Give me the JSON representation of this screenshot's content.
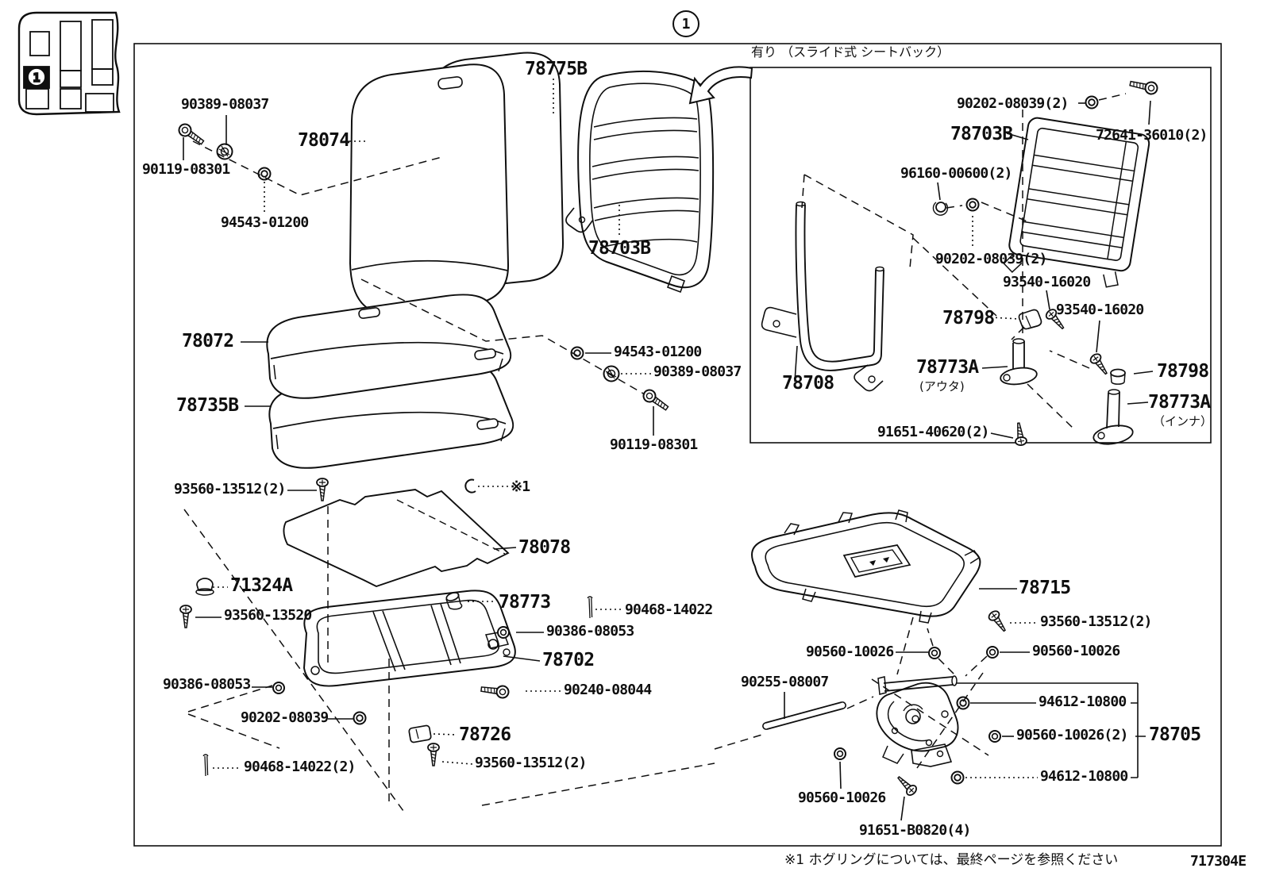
{
  "page": {
    "callout": "1",
    "inset_callout": "1",
    "variant_note": "有り （スライド式  シートバック）",
    "footnote": "※1  ホグリングについては、最終ページを参照ください",
    "doc_code": "717304E",
    "line_color": "#0f0f0f",
    "bg_color": "#ffffff"
  },
  "labels": {
    "a01": "90389-08037",
    "a02": "78074",
    "a03": "78775B",
    "a04": "90119-08301",
    "a05": "94543-01200",
    "a06": "78703B",
    "a07": "78072",
    "a08": "78735B",
    "a09": "94543-01200",
    "a10": "90389-08037",
    "a11": "90119-08301",
    "a12": "93560-13512(2)",
    "a13": "※1",
    "a14": "78078",
    "a15": "71324A",
    "a16": "93560-13520",
    "a17": "78773",
    "a18": "90468-14022",
    "a19": "90386-08053",
    "a20": "78702",
    "a21": "90240-08044",
    "a22": "90386-08053",
    "a23": "90202-08039",
    "a24": "78726",
    "a25": "90468-14022(2)",
    "a26": "93560-13512(2)",
    "a27": "78715",
    "a28": "93560-13512(2)",
    "a29": "90560-10026",
    "a30": "90560-10026",
    "a31": "90255-08007",
    "a32": "94612-10800",
    "a33": "90560-10026(2)",
    "a34": "78705",
    "a35": "94612-10800",
    "a36": "90560-10026",
    "a37": "91651-B0820(4)",
    "b01": "90202-08039(2)",
    "b02": "78703B",
    "b03": "72641-36010(2)",
    "b04": "96160-00600(2)",
    "b05": "90202-08039(2)",
    "b06": "93540-16020",
    "b07": "78798",
    "b08": "93540-16020",
    "b09": "78708",
    "b10": "78773A",
    "b11": "(アウタ)",
    "b12": "91651-40620(2)",
    "b13": "78798",
    "b14": "78773A",
    "b15": "（インナ）"
  }
}
